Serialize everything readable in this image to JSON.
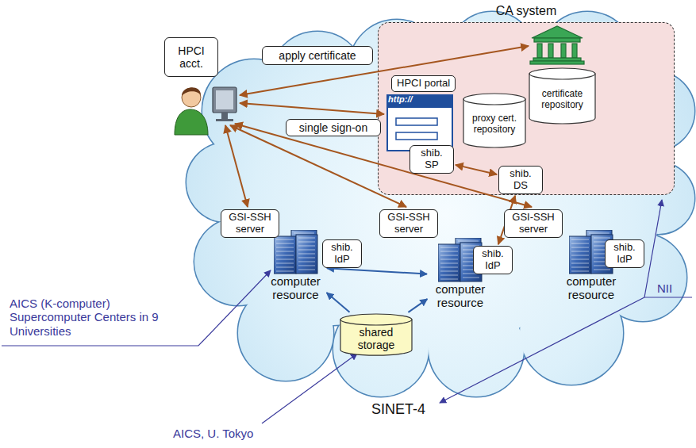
{
  "diagram": {
    "nodes": [
      {
        "text": [
          "HPCI acct."
        ]
      },
      {
        "text": [
          "apply certificate"
        ]
      },
      {
        "text": [
          "CA system"
        ]
      },
      {
        "text": [
          "HPCI portal"
        ],
        "in": 2
      },
      {
        "text": [
          "certificate repository"
        ],
        "in": 2
      },
      {
        "text": [
          "proxy cert. repository"
        ],
        "in": 2
      },
      {
        "text": [
          "shib. SP"
        ],
        "in": 2
      },
      {
        "text": [
          "shib. DS"
        ],
        "in": 2
      },
      {
        "text": [
          "single sign-on"
        ]
      },
      {
        "text": [
          "computer resource"
        ]
      },
      {
        "text": [
          "GSI-SSH server"
        ]
      },
      {
        "text": [
          "shib. IdP"
        ]
      },
      {
        "text": [
          "computer resource"
        ]
      },
      {
        "text": [
          "GSI-SSH server"
        ]
      },
      {
        "text": [
          "shib. IdP"
        ]
      },
      {
        "text": [
          "computer resource"
        ]
      },
      {
        "text": [
          "GSI-SSH server"
        ]
      },
      {
        "text": [
          "shib. IdP"
        ]
      },
      {
        "text": [
          "shared storage"
        ]
      }
    ],
    "edges": [
      {
        "from": 6,
        "to": 7,
        "arrow": "both"
      },
      {
        "from": 7,
        "to": 14,
        "arrow": "both"
      },
      {
        "from": 18,
        "to": 9,
        "arrow": "to"
      },
      {
        "from": 18,
        "to": 12,
        "arrow": "to"
      },
      {
        "from": 9,
        "to": 12,
        "arrow": "both"
      }
    ],
    "labels": [
      "http://",
      "AICS (K-computer) Supercomputer Centers in 9 Universities",
      "AICS, U. Tokyo",
      "NII",
      "SINET-4"
    ]
  }
}
